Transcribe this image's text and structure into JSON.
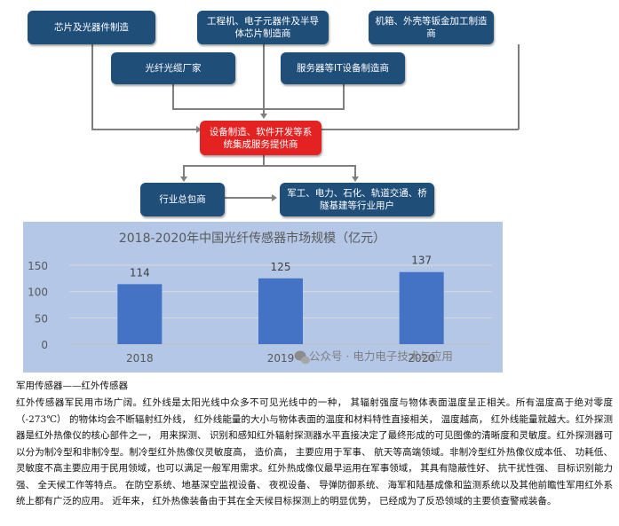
{
  "diagram": {
    "top_row": [
      "芯片及光器件制造",
      "工程机、电子元器件及半导体芯片制造商",
      "机箱、外壳等钣金加工制造商"
    ],
    "second_row": [
      "光纤光缆厂家",
      "服务器等IT设备制造商"
    ],
    "center": "设备制造、软件开发等系统集成服务提供商",
    "bottom_row": [
      "行业总包商",
      "军工、电力、石化、轨道交通、桥隧基建等行业用户"
    ]
  },
  "chart_data": {
    "type": "bar",
    "title": "2018-2020年中国光纤传感器市场规模（亿元）",
    "categories": [
      "2018",
      "2019",
      "2020"
    ],
    "values": [
      114,
      125,
      137
    ],
    "ylim": [
      0,
      150
    ],
    "yticks": [
      0,
      50,
      100,
      150
    ],
    "xlabel": "",
    "ylabel": "",
    "grid": true,
    "bar_color": "#4472c4",
    "background_color": "#b4c7e7",
    "watermark": "公众号 · 电力电子技术与应用"
  },
  "article": {
    "heading": "军用传感器——红外传感器",
    "body": "红外传感器军民用市场广阔。红外线是太阳光线中众多不可见光线中的一种， 其辐射强度与物体表面温度呈正相关。所有温度高于绝对零度（-273℃） 的物体均会不断辐射红外线， 红外线能量的大小与物体表面的温度和材料特性直接相关， 温度越高， 红外线能量就越大。红外探测器是红外热像仪的核心部件之一， 用来探测、 识别和感知红外辐射探测器水平直接决定了最终形成的可见图像的清晰度和灵敏度。红外探测器可以分为制冷型和非制冷型。制冷型红外热像仪灵敏度高， 造价高， 主要应用于军事、 航天等高端领域。非制冷型红外热像仪成本低、 功耗低、 灵敏度不高主要应用于民用领域，也可以满足一般军用需求。红外热成像仪最早运用在军事领域， 其具有隐蔽性好、 抗干扰性强、 目标识别能力强、 全天候工作等特点。 在防空系统、地基深空监视设备、 夜视设备、 导弹防御系统、 海军和陆基成像和监测系统以及其他前瞻性军用红外系统上都有广泛的应用。 近年来， 红外热像装备由于其在全天候目标探测上的明显优势， 已经成为了反恐领域的主要侦查警戒装备。"
  }
}
